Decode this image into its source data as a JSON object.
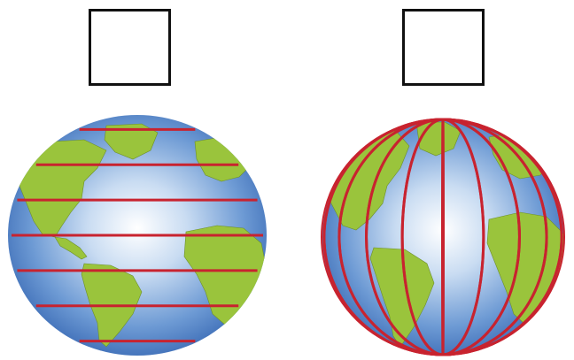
{
  "boxes": {
    "left": {
      "text": ""
    },
    "right": {
      "text": ""
    }
  },
  "globes": [
    {
      "label": "",
      "line_type": "latitude",
      "line_count": 7
    },
    {
      "label": "",
      "line_type": "longitude",
      "line_count": 9
    }
  ],
  "colors": {
    "ocean_center": "#ffffff",
    "ocean_edge": "#3f6fb8",
    "land": "#9ac43c",
    "land_outline": "#6d8f2a",
    "grid_line": "#c8232f",
    "box_border": "#111111"
  }
}
